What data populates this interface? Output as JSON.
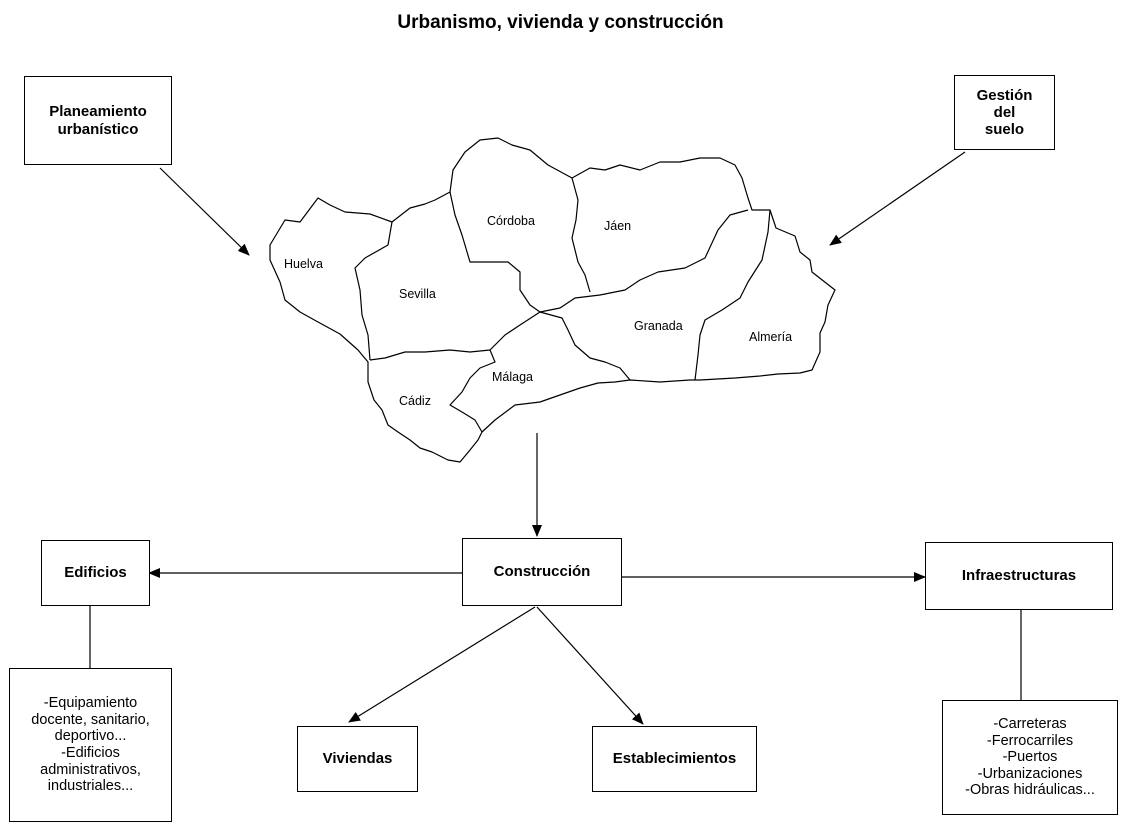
{
  "title": "Urbanismo, vivienda y construcción",
  "top_boxes": {
    "planeamiento": "Planeamiento\nurbanístico",
    "gestion": "Gestión\ndel\nsuelo"
  },
  "regions": {
    "huelva": "Huelva",
    "sevilla": "Sevilla",
    "cordoba": "Córdoba",
    "jaen": "Jáen",
    "granada": "Granada",
    "almeria": "Almería",
    "cadiz": "Cádiz",
    "malaga": "Málaga"
  },
  "nodes": {
    "construccion": "Construcción",
    "edificios": "Edificios",
    "infraestructuras": "Infraestructuras",
    "viviendas": "Viviendas",
    "establecimientos": "Establecimientos"
  },
  "lists": {
    "edificios": "-Equipamiento\ndocente, sanitario,\ndeportivo...\n-Edificios\nadministrativos,\nindustriales...",
    "infraestructuras": "-Carreteras\n-Ferrocarriles\n-Puertos\n-Urbanizaciones\n-Obras hidráulicas..."
  }
}
